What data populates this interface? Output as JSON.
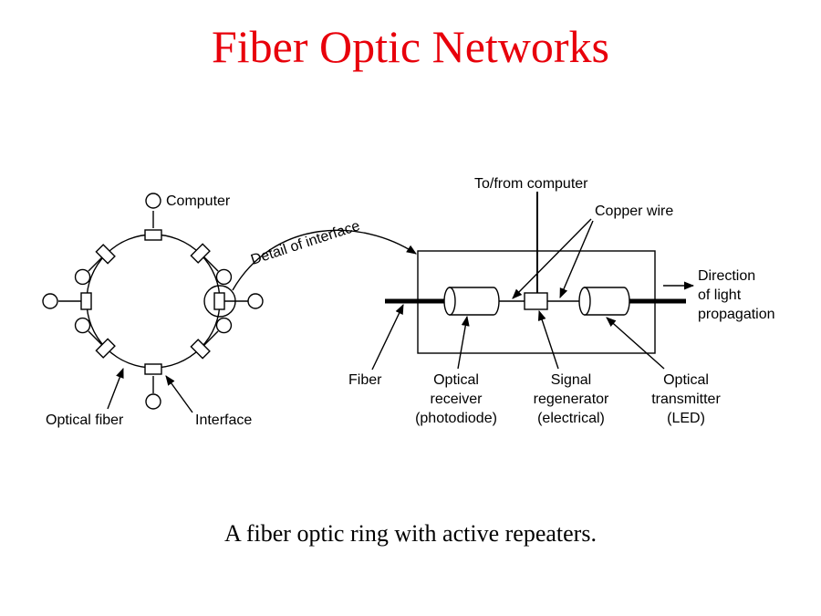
{
  "title": "Fiber Optic Networks",
  "caption": "A fiber optic ring with active repeaters.",
  "colors": {
    "title": "#e8000b",
    "ink": "#000000"
  },
  "labels": {
    "computer": "Computer",
    "optical_fiber": "Optical fiber",
    "interface": "Interface",
    "detail_of_interface": "Detail of interface",
    "to_from_computer": "To/from computer",
    "copper_wire": "Copper wire",
    "direction_line1": "Direction",
    "direction_line2": "of light",
    "direction_line3": "propagation",
    "fiber": "Fiber",
    "optical_receiver_line1": "Optical",
    "optical_receiver_line2": "receiver",
    "optical_receiver_line3": "(photodiode)",
    "signal_regenerator_line1": "Signal",
    "signal_regenerator_line2": "regenerator",
    "signal_regenerator_line3": "(electrical)",
    "optical_transmitter_line1": "Optical",
    "optical_transmitter_line2": "transmitter",
    "optical_transmitter_line3": "(LED)"
  }
}
